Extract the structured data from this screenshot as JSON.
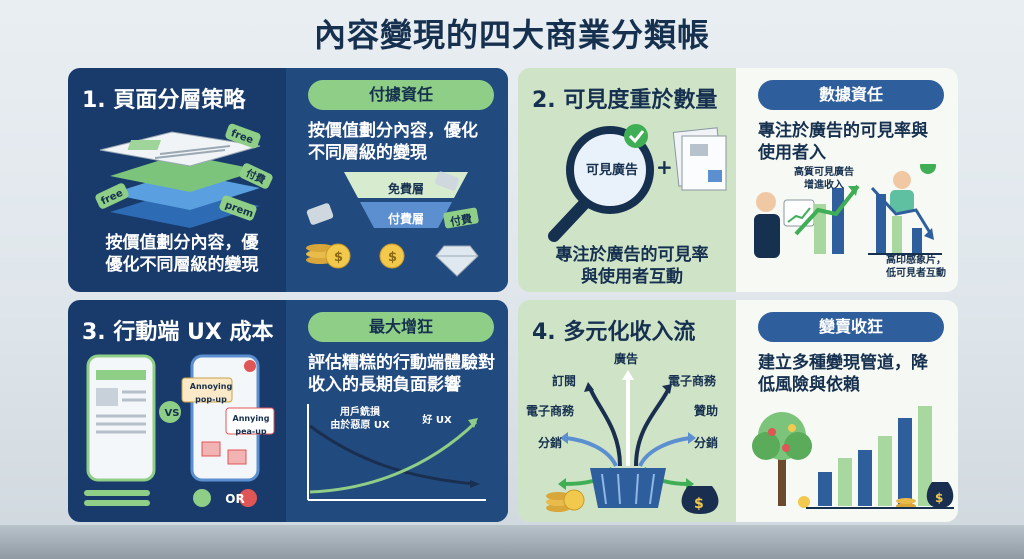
{
  "page_title": "內容變現的四大商業分類帳",
  "panel1": {
    "title": "1. 頁面分層策略",
    "left_desc": [
      "按價值劃分內容，優",
      "優化不同層級的變現"
    ],
    "pill": "付據資任",
    "right_desc": [
      "按價值劃分內容，優化",
      "不同層級的變現"
    ],
    "tier_free": "免費層",
    "tier_paid": "付費層",
    "tag_paid": "付費",
    "layer_tags": [
      "free",
      "付費",
      "prem",
      "free"
    ]
  },
  "panel2": {
    "title": "2. 可見度重於數量",
    "lens_label": "可見廣告",
    "left_desc": [
      "專注於廣告的可見率",
      "與使用者互動"
    ],
    "pill": "數據資任",
    "right_desc": [
      "專注於廣告的可見率與",
      "使用者入"
    ],
    "chart_label_high": [
      "高質可見廣告",
      "增進收入"
    ],
    "chart_label_low": [
      "高印感象片，",
      "低可見者互動"
    ]
  },
  "panel3": {
    "title": "3. 行動端 UX 成本",
    "popup1": [
      "Annoying",
      "pop-up"
    ],
    "popup2": [
      "Annying",
      "pea-up"
    ],
    "vs": "VS",
    "or": "OR",
    "pill": "最大增狂",
    "right_desc": [
      "評估糟糕的行動端體驗對",
      "收入的長期負面影響"
    ],
    "bad_ux_label": [
      "用戶銑損",
      "由於惡原 UX"
    ],
    "good_ux_label": "好 UX"
  },
  "panel4": {
    "title": "4. 多元化收入流",
    "streams": [
      "廣告",
      "訂閱",
      "電子商務",
      "電子商務",
      "贊助",
      "分銷",
      "分銷"
    ],
    "pill": "變賣收狂",
    "right_desc": [
      "建立多種變現管道，降",
      "低風險與依賴"
    ]
  },
  "colors": {
    "navy": "#183b6b",
    "navy_light": "#214a7f",
    "green": "#8fce86",
    "green_panel": "#cfe3c6",
    "title": "#16304f"
  }
}
